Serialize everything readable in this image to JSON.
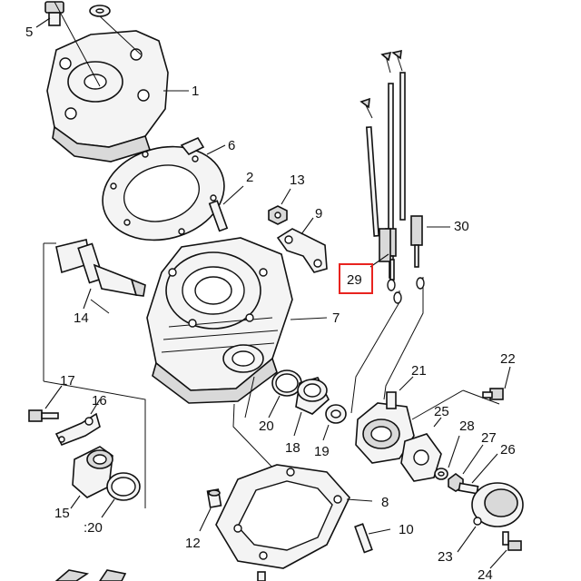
{
  "labels": {
    "p1": "1",
    "p2": "2",
    "p5": "5",
    "p6": "6",
    "p7": "7",
    "p8": "8",
    "p9": "9",
    "p10": "10",
    "p12": "12",
    "p13": "13",
    "p14": "14",
    "p15": "15",
    "p16": "16",
    "p17": "17",
    "p18": "18",
    "p19": "19",
    "p20a": "20",
    "p20b": ":20",
    "p21": "21",
    "p22": "22",
    "p23": "23",
    "p24": "24",
    "p25": "25",
    "p26": "26",
    "p27": "27",
    "p28": "28",
    "p29": "29",
    "p30": "30"
  },
  "highlight": {
    "part": "29",
    "color": "#e8231f"
  }
}
